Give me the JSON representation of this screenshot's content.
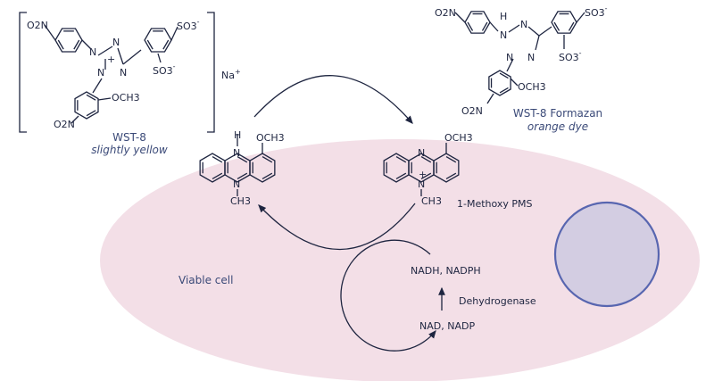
{
  "colors": {
    "cell": "#f3dfe7",
    "nucleus_fill": "#d3cde2",
    "nucleus_stroke": "#5866b0",
    "ink": "#1e2540",
    "label": "#3b4a78"
  },
  "wst8": {
    "name": "WST-8",
    "color_note": "slightly yellow",
    "counter_ion": "Na",
    "counter_ion_charge": "+",
    "groups": {
      "nitro_top": "O2N",
      "nitro_bottom": "O2N",
      "sulfo1": "SO3",
      "sulfo2": "SO3",
      "methoxy": "OCH3",
      "n1": "N",
      "n2": "N",
      "n3": "N",
      "n4": "N",
      "plus": "+",
      "minus": "-"
    }
  },
  "formazan": {
    "name": "WST-8 Formazan",
    "color_note": "orange dye",
    "groups": {
      "nitro_top": "O2N",
      "nitro_bottom": "O2N",
      "sulfo1": "SO3",
      "sulfo2": "SO3",
      "methoxy": "OCH3",
      "h": "H",
      "nh": "N",
      "n1": "N",
      "n2": "N",
      "n3": "N",
      "minus": "-"
    }
  },
  "reduced_pms": {
    "h": "H",
    "n_top": "N",
    "n_bottom": "N",
    "methoxy": "OCH3",
    "methyl": "CH3"
  },
  "oxidized_pms": {
    "name": "1-Methoxy PMS",
    "n_top": "N",
    "n_bottom": "N",
    "plus": "+",
    "methoxy": "OCH3",
    "methyl": "CH3"
  },
  "cell": {
    "label": "Viable cell"
  },
  "cycle": {
    "reduced": "NADH, NADPH",
    "oxidized": "NAD, NADP",
    "enzyme": "Dehydrogenase"
  }
}
